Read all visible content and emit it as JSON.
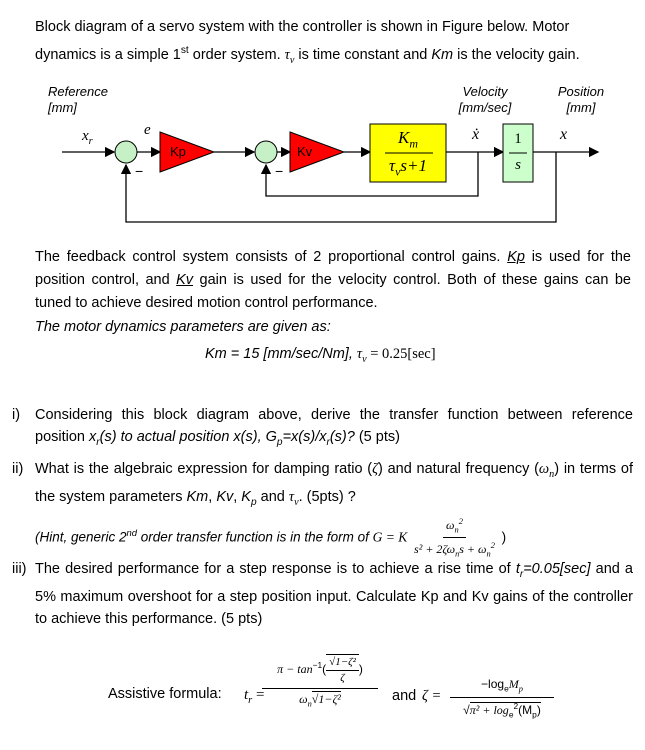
{
  "intro": {
    "line1": "Block diagram of a servo system with the controller is shown in Figure below. Motor",
    "line2_a": "dynamics is a simple 1",
    "line2_sup": "st",
    "line2_b": " order system. ",
    "tau_v": "τ",
    "tau_v_sub": "v",
    "line2_c": " is time constant and ",
    "km": "Km",
    "line2_d": " is the velocity gain."
  },
  "diagram": {
    "reference_label": "Reference",
    "reference_unit": "[mm]",
    "velocity_label": "Velocity",
    "velocity_unit": "[mm/sec]",
    "position_label": "Position",
    "position_unit": "[mm]",
    "xr": "x",
    "xr_sub": "r",
    "e": "e",
    "x_dot": "ẋ",
    "x": "x",
    "minus1": "−",
    "minus2": "−",
    "kp_gain": "Kp",
    "kv_gain": "Kv",
    "plant_num": "K",
    "plant_num_sub": "m",
    "plant_den": "τ",
    "plant_den_sub": "v",
    "plant_den_rest": "s+1",
    "integ_num": "1",
    "integ_den": "s"
  },
  "para1": {
    "a": "The feedback control system consists of 2 proportional control gains. ",
    "kp": "Kp",
    "b": " is used for the position control, and ",
    "kv": "Kv",
    "c": " gain is used for the velocity control. Both of these gains can be tuned to achieve desired motion control performance."
  },
  "params_heading": "The motor dynamics parameters are given as:",
  "params_eq": {
    "a": "Km = 15 [mm/sec/Nm], ",
    "tau": "τ",
    "tau_sub": "v",
    "b": " = 0.25[sec]"
  },
  "q1": {
    "num": "i)",
    "a": "Considering this block diagram above, derive the transfer function between reference position ",
    "b": "x",
    "b_sub": "r",
    "c": "(s) to actual position x(s), G",
    "c_sub": "p",
    "d": "=x(s)/x",
    "d_sub": "r",
    "e": "(s)?",
    "f": " (5 pts)"
  },
  "q2": {
    "num": "ii)",
    "a": "What is the algebraic expression for damping ratio (",
    "zeta": "ζ",
    "b": ") and natural frequency (",
    "omega": "ω",
    "omega_sub": "n",
    "c": ") in terms of the system parameters ",
    "km": "Km",
    "d": ", ",
    "kv": "Kv",
    "e": ", ",
    "kp": "K",
    "kp_sub": "p",
    "f": " and ",
    "tau": "τ",
    "tau_sub": "v",
    "g": ". (5pts) ?",
    "hint_a": "(Hint, generic 2",
    "hint_sup": "nd",
    "hint_b": " order transfer function is in the form of ",
    "hint_g": "G = K",
    "hint_num": "ω",
    "hint_num_sub": "n",
    "hint_num_sup": "2",
    "hint_den": "s² + 2ζω",
    "hint_den_sub": "n",
    "hint_den_b": "s + ω",
    "hint_den_sub2": "n",
    "hint_den_sup2": "2",
    "hint_close": ")"
  },
  "q3": {
    "num": "iii)",
    "a": "The desired performance for a step response is to achieve a rise time of ",
    "tr": "t",
    "tr_sub": "r",
    "tr_val": "=0.05[sec]",
    "b": " and a 5% maximum overshoot for a step position input. Calculate Kp and Kv gains of the controller to achieve this performance. (5 pts)"
  },
  "assist": {
    "label": "Assistive formula:",
    "tr": "t",
    "tr_sub": "r",
    "eq": "=",
    "num_a": "π − tan",
    "num_sup": "−1",
    "num_b": "(",
    "num_sqrt": "1−ζ²",
    "num_over": "ζ",
    "num_c": ")",
    "den_a": "ω",
    "den_sub": "n",
    "den_sqrt": "1−ζ²",
    "and": "and",
    "zeta_eq": "ζ =",
    "z_num": "−log",
    "z_num_sub": "e",
    "z_num_b": "M",
    "z_num_sub2": "p",
    "z_den_a": "π² + log",
    "z_den_sub": "e",
    "z_den_sup": "2",
    "z_den_b": "(M",
    "z_den_sub2": "p",
    "z_den_c": ")"
  }
}
